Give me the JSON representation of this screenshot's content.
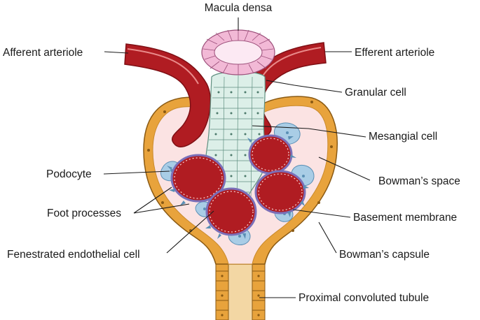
{
  "labels": {
    "macula_densa": "Macula densa",
    "afferent_arteriole": "Afferent arteriole",
    "efferent_arteriole": "Efferent arteriole",
    "granular_cell": "Granular cell",
    "mesangial_cell": "Mesangial cell",
    "podocyte": "Podocyte",
    "bowmans_space": "Bowman’s space",
    "foot_processes": "Foot processes",
    "basement_membrane": "Basement membrane",
    "fenestrated_endothelial_cell": "Fenestrated endothelial cell",
    "bowmans_capsule": "Bowman’s capsule",
    "proximal_convoluted_tubule": "Proximal convoluted tubule"
  },
  "colors": {
    "capsule_wall": "#e8a33c",
    "bowmans_space": "#fbe3e3",
    "capillary_red": "#b01c22",
    "capillary_dark": "#7e0f14",
    "podocyte_blue": "#a9cde6",
    "mesangial_green": "#dcefe8",
    "macula_pink": "#f2b9d6",
    "basement_purple": "#7b6fb8",
    "label_text": "#1a1a1a"
  }
}
